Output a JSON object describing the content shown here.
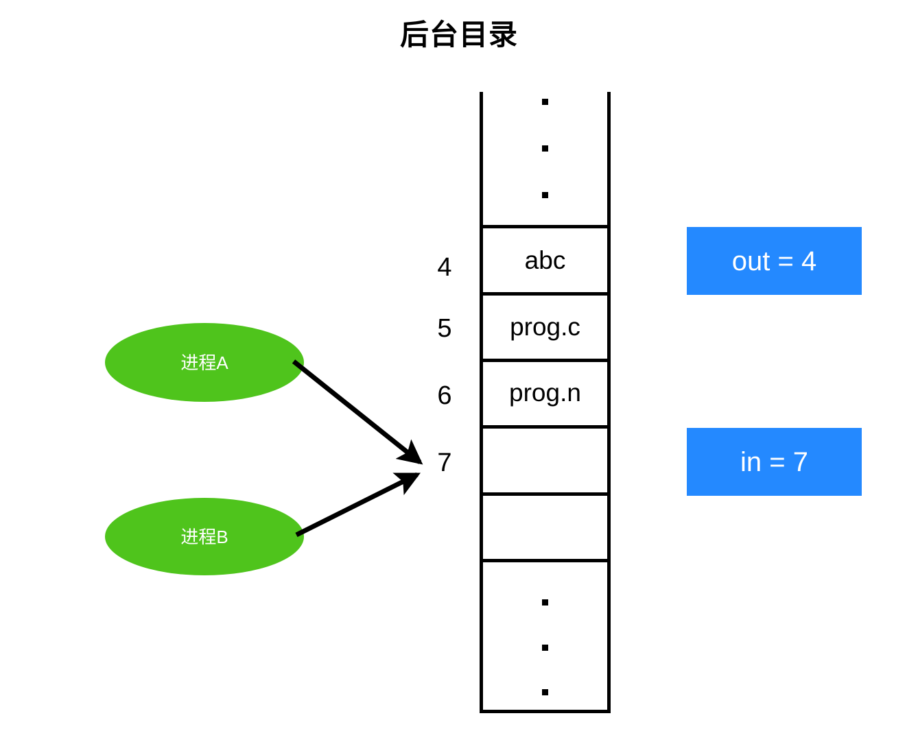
{
  "title": "后台目录",
  "directory": {
    "top_ellipsis": "⋮",
    "bottom_ellipsis": "⋮",
    "rows": [
      {
        "index": "",
        "value": "",
        "kind": "ellipsis"
      },
      {
        "index": "4",
        "value": "abc",
        "kind": "entry"
      },
      {
        "index": "5",
        "value": "prog.c",
        "kind": "entry"
      },
      {
        "index": "6",
        "value": "prog.n",
        "kind": "entry"
      },
      {
        "index": "7",
        "value": "",
        "kind": "entry"
      },
      {
        "index": "",
        "value": "",
        "kind": "entry"
      },
      {
        "index": "",
        "value": "",
        "kind": "ellipsis"
      }
    ]
  },
  "processes": [
    {
      "label": "进程A"
    },
    {
      "label": "进程B"
    }
  ],
  "pointers": [
    {
      "label": "out = 4"
    },
    {
      "label": "in = 7"
    }
  ],
  "colors": {
    "process_fill": "#4FC41C",
    "pointer_fill": "#2489FF",
    "line": "#000000",
    "background": "#FFFFFF",
    "text_on_fill": "#FFFFFF"
  }
}
